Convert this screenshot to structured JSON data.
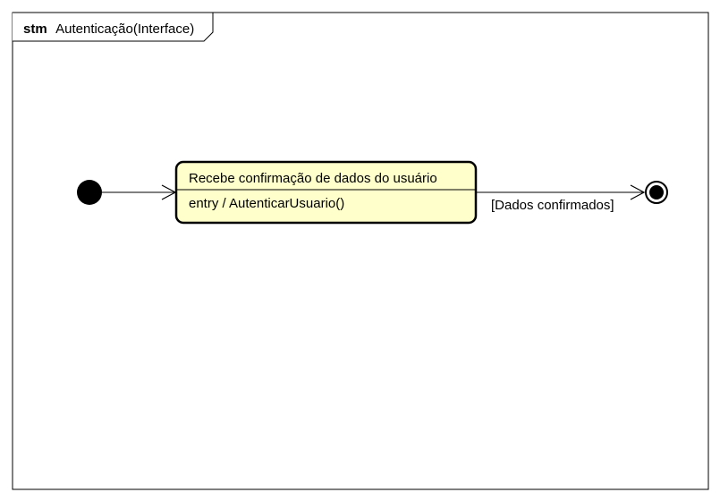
{
  "diagram": {
    "frame": {
      "keyword": "stm",
      "name": "Autenticação(Interface)"
    },
    "state": {
      "name": "Recebe confirmação de dados do usuário",
      "entry_action": "entry / AutenticarUsuario()",
      "fill_color": "#ffffcc",
      "border_color": "#000000"
    },
    "transitions": [
      {
        "from": "initial",
        "to": "state",
        "guard": ""
      },
      {
        "from": "state",
        "to": "final",
        "guard": "[Dados confirmados]"
      }
    ]
  }
}
